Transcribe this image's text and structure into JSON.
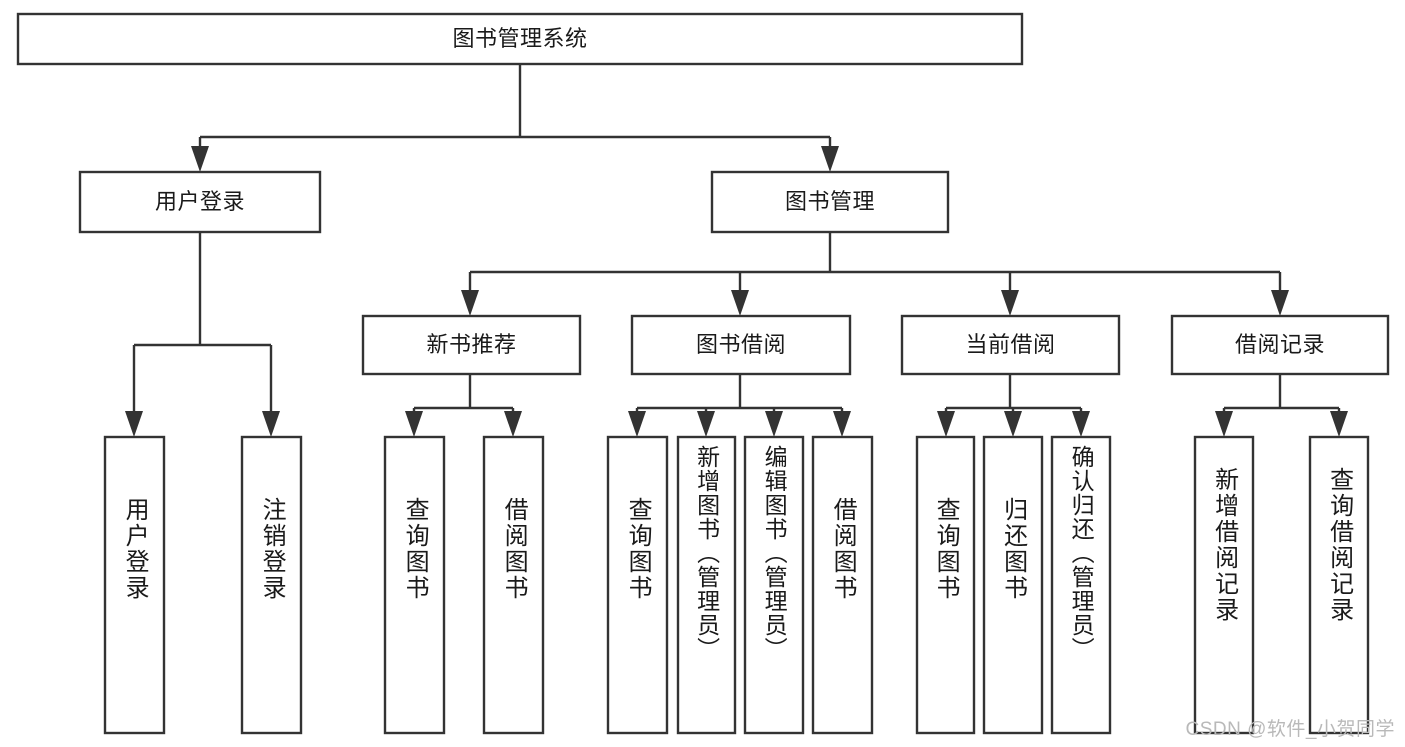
{
  "diagram": {
    "title": "图书管理系统",
    "type": "tree-hierarchy",
    "watermark": "CSDN @软件_小贺同学",
    "nodes": {
      "root": "图书管理系统",
      "level1": [
        "用户登录",
        "图书管理"
      ],
      "level2": [
        "新书推荐",
        "图书借阅",
        "当前借阅",
        "借阅记录"
      ],
      "leaves_user_login": [
        "用户登录",
        "注销登录"
      ],
      "leaves_new_book": [
        "查询图书",
        "借阅图书"
      ],
      "leaves_borrow": [
        "查询图书",
        "新增图书（管理员）",
        "编辑图书（管理员）",
        "借阅图书"
      ],
      "leaves_current": [
        "查询图书",
        "归还图书",
        "确认归还（管理员）"
      ],
      "leaves_records": [
        "新增借阅记录",
        "查询借阅记录"
      ]
    },
    "colors": {
      "stroke": "#333333",
      "fill": "#ffffff",
      "text": "#1a1a1a",
      "watermark": "#b9b9b9"
    }
  }
}
